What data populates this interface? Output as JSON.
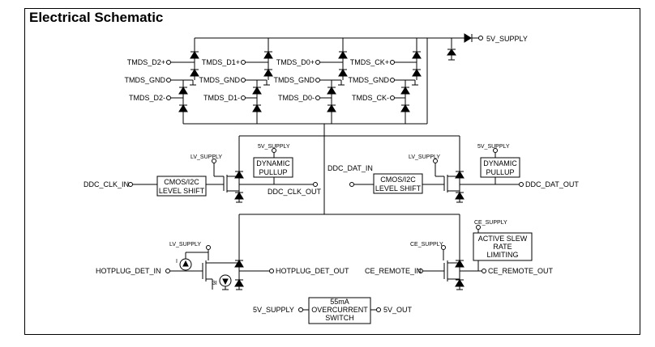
{
  "title": "Electrical Schematic",
  "top_labels": {
    "d2p": "TMDS_D2+",
    "d2g": "TMDS_GND",
    "d2n": "TMDS_D2-",
    "d1p": "TMDS_D1+",
    "d1g": "TMDS_GND",
    "d1n": "TMDS_D1-",
    "d0p": "TMDS_D0+",
    "d0g": "TMDS_GND",
    "d0n": "TMDS_D0-",
    "ckp": "TMDS_CK+",
    "ckg": "TMDS_GND",
    "ckn": "TMDS_CK-",
    "supply": "5V_SUPPLY"
  },
  "ddc_clk": {
    "in": "DDC_CLK_IN",
    "shift_l1": "CMOS/I2C",
    "shift_l2": "LEVEL SHIFT",
    "lv": "LV_SUPPLY",
    "v5": "5V_SUPPLY",
    "pull_l1": "DYNAMIC",
    "pull_l2": "PULLUP",
    "out": "DDC_CLK_OUT"
  },
  "ddc_dat": {
    "in": "DDC_DAT_IN",
    "shift_l1": "CMOS/I2C",
    "shift_l2": "LEVEL SHIFT",
    "lv": "LV_SUPPLY",
    "v5": "5V_SUPPLY",
    "pull_l1": "DYNAMIC",
    "pull_l2": "PULLUP",
    "out": "DDC_DAT_OUT"
  },
  "hotplug": {
    "lv": "LV_SUPPLY",
    "in": "HOTPLUG_DET_IN",
    "out": "HOTPLUG_DET_OUT",
    "cs1": "I",
    "cs2": "3I"
  },
  "ce": {
    "supply_top": "CE_SUPPLY",
    "supply_left": "CE_SUPPLY",
    "slew_l1": "ACTIVE SLEW",
    "slew_l2": "RATE",
    "slew_l3": "LIMITING",
    "in": "CE_REMOTE_IN",
    "out": "CE_REMOTE_OUT"
  },
  "overcurrent": {
    "in": "5V_SUPPLY",
    "l1": "55mA",
    "l2": "OVERCURRENT",
    "l3": "SWITCH",
    "out": "5V_OUT"
  }
}
